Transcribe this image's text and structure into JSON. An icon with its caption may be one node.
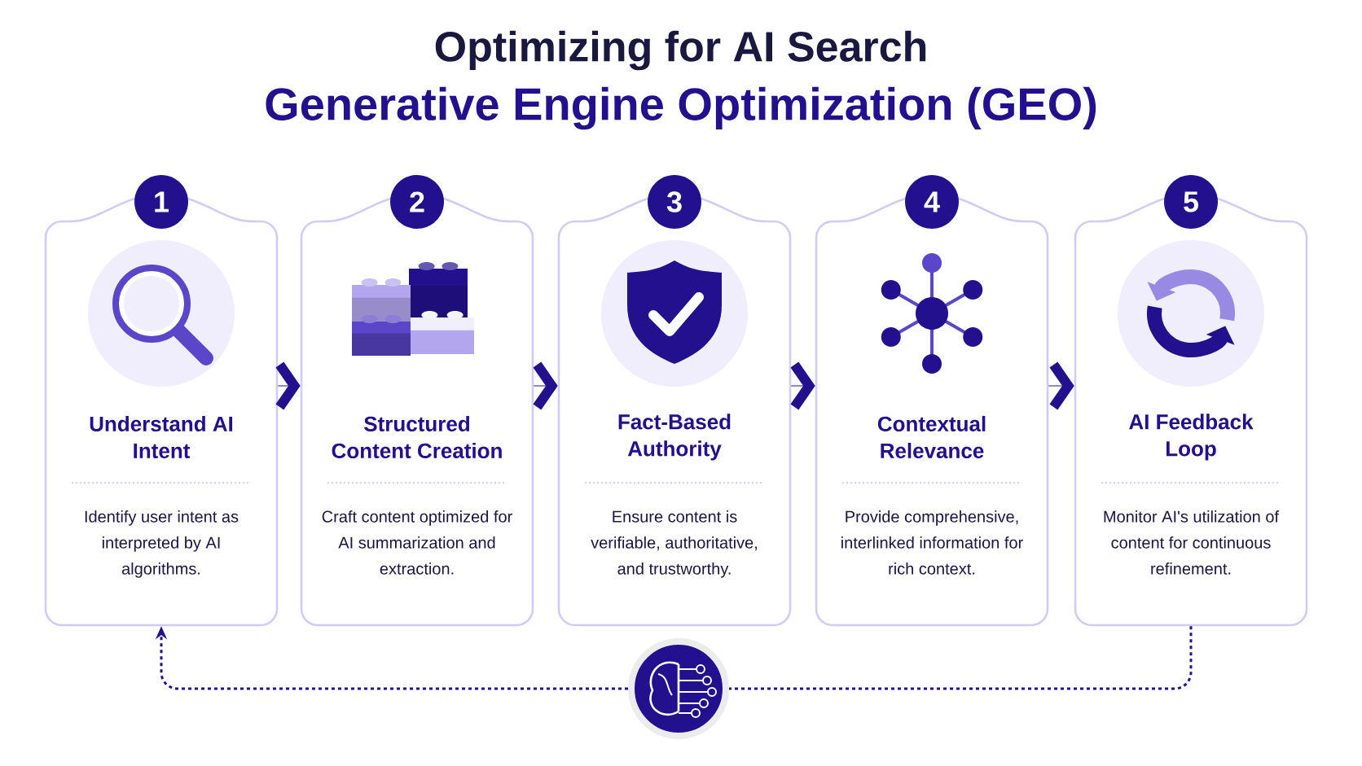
{
  "diagram": {
    "title": "Optimizing for AI Search",
    "labels": [
      "Generative Engine Optimization (GEO)"
    ],
    "nodes": [
      {
        "text": [
          "1",
          "Understand AI Intent",
          "Identify user intent as interpreted by AI algorithms."
        ]
      },
      {
        "text": [
          "2",
          "Structured Content Creation",
          "Craft content optimized for AI summarization and extraction."
        ]
      },
      {
        "text": [
          "3",
          "Fact-Based Authority",
          "Ensure content is verifiable, authoritative, and trustworthy."
        ]
      },
      {
        "text": [
          "4",
          "Contextual Relevance",
          "Provide comprehensive, interlinked information for rich context."
        ]
      },
      {
        "text": [
          "5",
          "AI Feedback Loop",
          "Monitor AI's utilization of content for continuous refinement."
        ]
      },
      {
        "text": [],
        "shape": "circle"
      }
    ],
    "edges": [
      {
        "from": 0,
        "to": 1,
        "arrow": "to"
      },
      {
        "from": 1,
        "to": 2,
        "arrow": "to"
      },
      {
        "from": 2,
        "to": 3,
        "arrow": "to"
      },
      {
        "from": 3,
        "to": 4,
        "arrow": "to"
      },
      {
        "from": 4,
        "to": 5,
        "arrow": "none",
        "style": "dashed"
      },
      {
        "from": 5,
        "to": 0,
        "arrow": "to",
        "style": "dashed"
      }
    ]
  }
}
